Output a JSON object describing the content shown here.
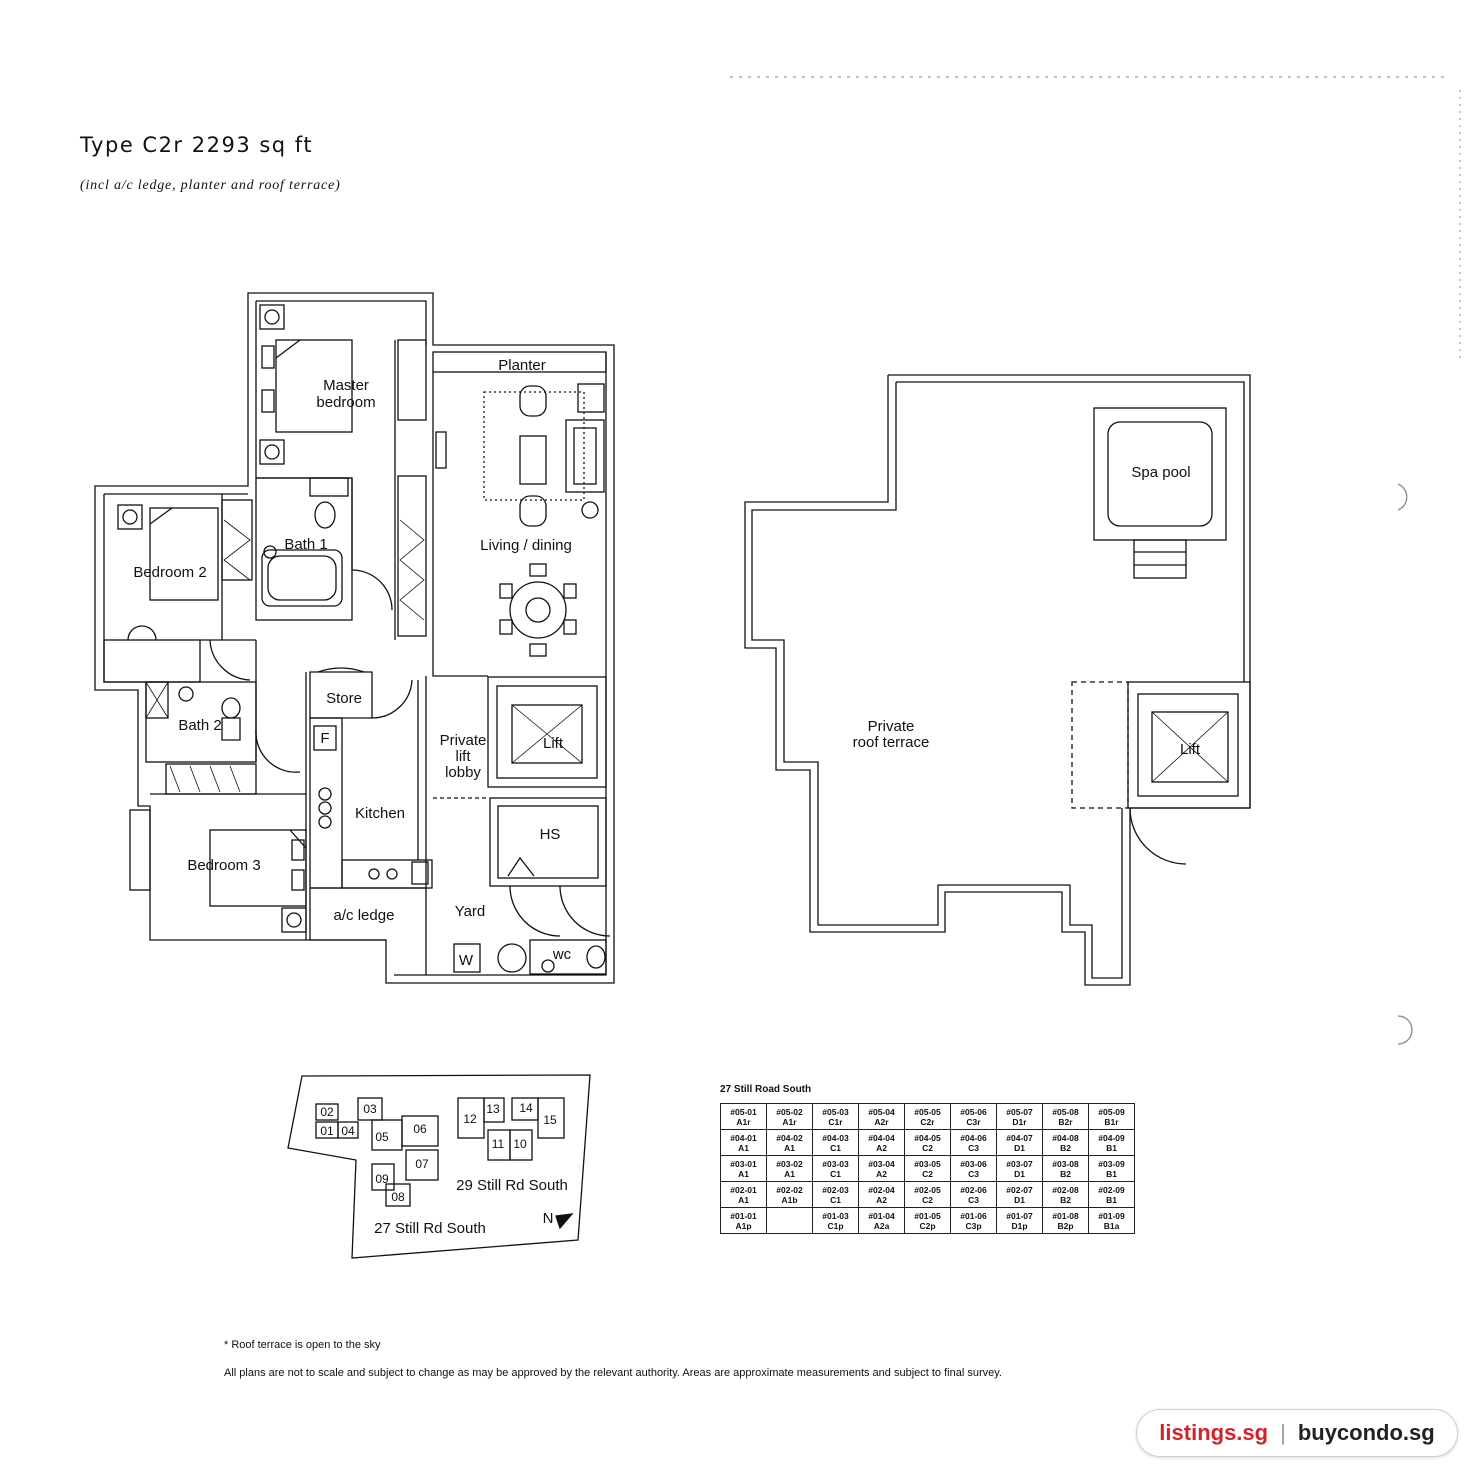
{
  "header": {
    "title": "Type C2r 2293 sq ft",
    "subtitle": "(incl a/c ledge, planter and roof terrace)"
  },
  "floor_plan": {
    "rooms": {
      "planter": "Planter",
      "master_bedroom_1": "Master",
      "master_bedroom_2": "bedroom",
      "bath1": "Bath 1",
      "living": "Living / dining",
      "bedroom2": "Bedroom 2",
      "bath2": "Bath 2",
      "store": "Store",
      "lobby_1": "Private",
      "lobby_2": "lift",
      "lobby_3": "lobby",
      "lift": "Lift",
      "kitchen": "Kitchen",
      "f": "F",
      "hs": "HS",
      "bedroom3": "Bedroom 3",
      "ac_ledge": "a/c ledge",
      "yard": "Yard",
      "w": "W",
      "wc": "wc"
    }
  },
  "roof_plan": {
    "spa_pool": "Spa pool",
    "terrace_1": "Private",
    "terrace_2": "roof terrace",
    "lift": "Lift"
  },
  "site_plan": {
    "blocks": [
      "01",
      "02",
      "03",
      "04",
      "05",
      "06",
      "07",
      "08",
      "09",
      "10",
      "11",
      "12",
      "13",
      "14",
      "15"
    ],
    "label_27": "27 Still Rd South",
    "label_29": "29 Still Rd South",
    "north": "N"
  },
  "unit_table": {
    "title": "27 Still Road South",
    "rows": [
      [
        [
          "#05-01",
          "A1r"
        ],
        [
          "#05-02",
          "A1r"
        ],
        [
          "#05-03",
          "C1r"
        ],
        [
          "#05-04",
          "A2r"
        ],
        [
          "#05-05",
          "C2r"
        ],
        [
          "#05-06",
          "C3r"
        ],
        [
          "#05-07",
          "D1r"
        ],
        [
          "#05-08",
          "B2r"
        ],
        [
          "#05-09",
          "B1r"
        ]
      ],
      [
        [
          "#04-01",
          "A1"
        ],
        [
          "#04-02",
          "A1"
        ],
        [
          "#04-03",
          "C1"
        ],
        [
          "#04-04",
          "A2"
        ],
        [
          "#04-05",
          "C2"
        ],
        [
          "#04-06",
          "C3"
        ],
        [
          "#04-07",
          "D1"
        ],
        [
          "#04-08",
          "B2"
        ],
        [
          "#04-09",
          "B1"
        ]
      ],
      [
        [
          "#03-01",
          "A1"
        ],
        [
          "#03-02",
          "A1"
        ],
        [
          "#03-03",
          "C1"
        ],
        [
          "#03-04",
          "A2"
        ],
        [
          "#03-05",
          "C2"
        ],
        [
          "#03-06",
          "C3"
        ],
        [
          "#03-07",
          "D1"
        ],
        [
          "#03-08",
          "B2"
        ],
        [
          "#03-09",
          "B1"
        ]
      ],
      [
        [
          "#02-01",
          "A1"
        ],
        [
          "#02-02",
          "A1b"
        ],
        [
          "#02-03",
          "C1"
        ],
        [
          "#02-04",
          "A2"
        ],
        [
          "#02-05",
          "C2"
        ],
        [
          "#02-06",
          "C3"
        ],
        [
          "#02-07",
          "D1"
        ],
        [
          "#02-08",
          "B2"
        ],
        [
          "#02-09",
          "B1"
        ]
      ],
      [
        [
          "#01-01",
          "A1p"
        ],
        [
          "",
          ""
        ],
        [
          "#01-03",
          "C1p"
        ],
        [
          "#01-04",
          "A2a"
        ],
        [
          "#01-05",
          "C2p"
        ],
        [
          "#01-06",
          "C3p"
        ],
        [
          "#01-07",
          "D1p"
        ],
        [
          "#01-08",
          "B2p"
        ],
        [
          "#01-09",
          "B1a"
        ]
      ]
    ]
  },
  "notes": {
    "note1": "* Roof terrace is open to the sky",
    "note2": "All plans are not to scale and subject to change as may be approved by the relevant authority. Areas are approximate measurements and subject to final survey."
  },
  "badge": {
    "brand1": "listings.sg",
    "separator": "|",
    "brand2": "buycondo.sg"
  }
}
